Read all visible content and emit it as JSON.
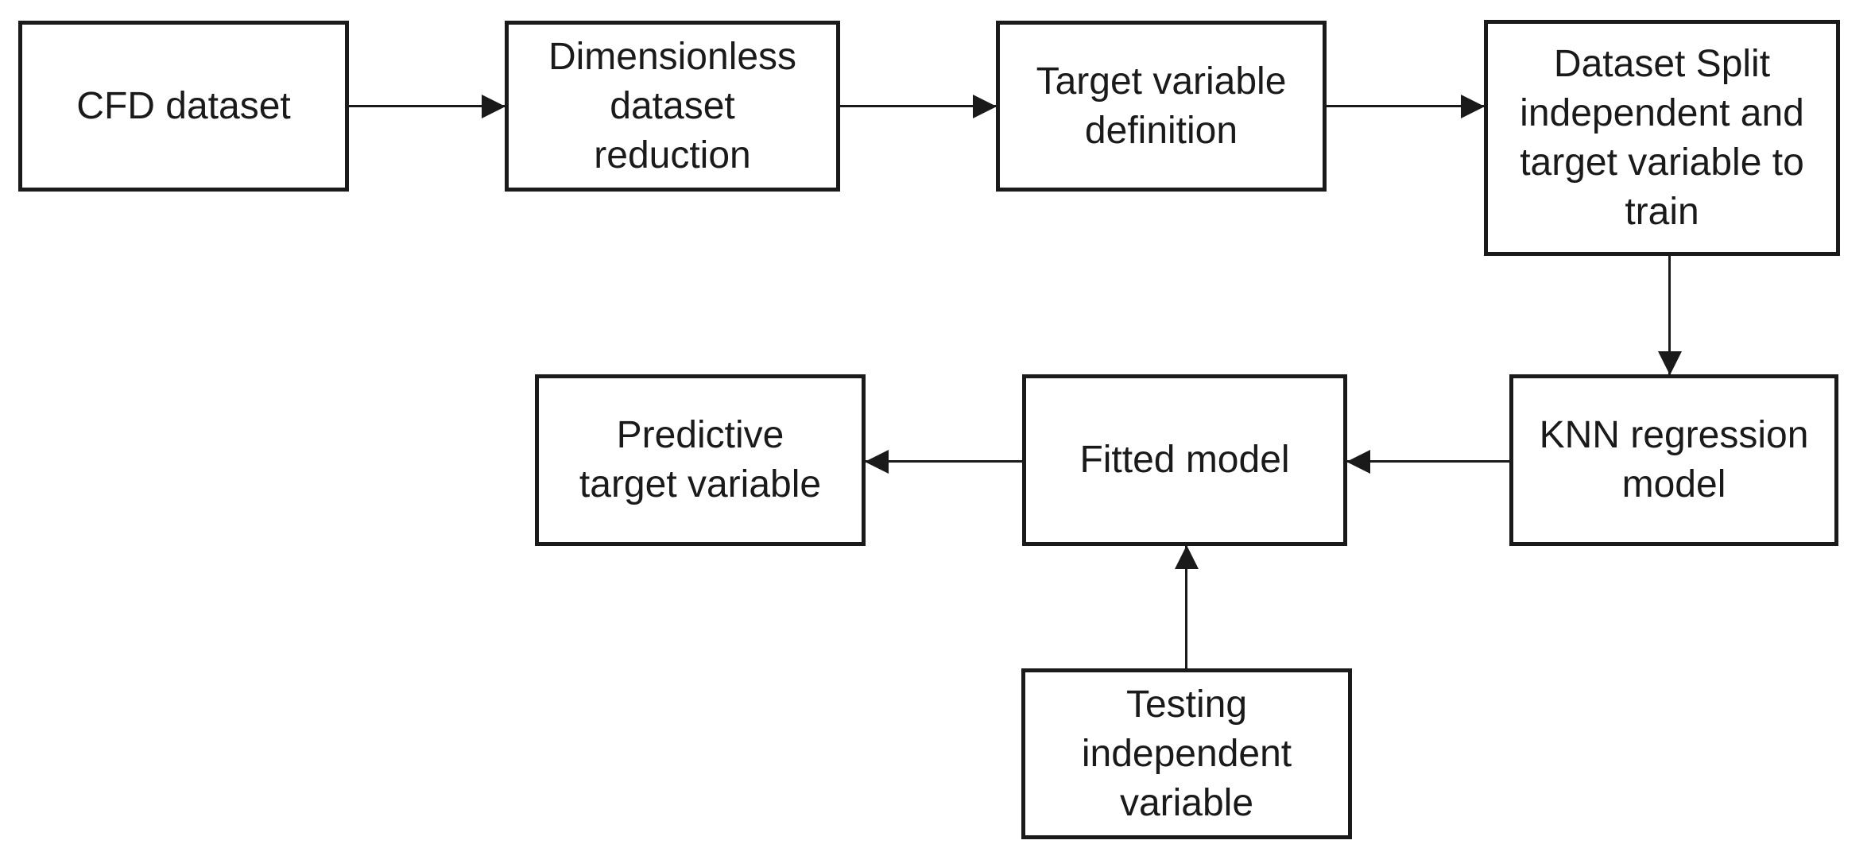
{
  "diagram": {
    "nodes": [
      {
        "id": "cfd-dataset",
        "label": "CFD dataset"
      },
      {
        "id": "dimensionless-dataset-reduction",
        "label": "Dimensionless\ndataset\nreduction"
      },
      {
        "id": "target-variable-definition",
        "label": "Target variable\ndefinition"
      },
      {
        "id": "dataset-split",
        "label": "Dataset Split\nindependent and\ntarget variable to\ntrain"
      },
      {
        "id": "predictive-target-variable",
        "label": "Predictive\ntarget variable"
      },
      {
        "id": "fitted-model",
        "label": "Fitted model"
      },
      {
        "id": "knn-regression-model",
        "label": "KNN regression\nmodel"
      },
      {
        "id": "testing-independent-variable",
        "label": "Testing\nindependent\nvariable"
      }
    ],
    "edges": [
      {
        "from": "cfd-dataset",
        "to": "dimensionless-dataset-reduction",
        "direction": "right"
      },
      {
        "from": "dimensionless-dataset-reduction",
        "to": "target-variable-definition",
        "direction": "right"
      },
      {
        "from": "target-variable-definition",
        "to": "dataset-split",
        "direction": "right"
      },
      {
        "from": "dataset-split",
        "to": "knn-regression-model",
        "direction": "down"
      },
      {
        "from": "knn-regression-model",
        "to": "fitted-model",
        "direction": "left"
      },
      {
        "from": "fitted-model",
        "to": "predictive-target-variable",
        "direction": "left"
      },
      {
        "from": "testing-independent-variable",
        "to": "fitted-model",
        "direction": "up"
      }
    ],
    "colors": {
      "background": "#ffffff",
      "box_fill": "#ffffff",
      "box_border": "#1a1a1a",
      "text": "#1a1a1a",
      "arrow": "#1a1a1a"
    }
  }
}
